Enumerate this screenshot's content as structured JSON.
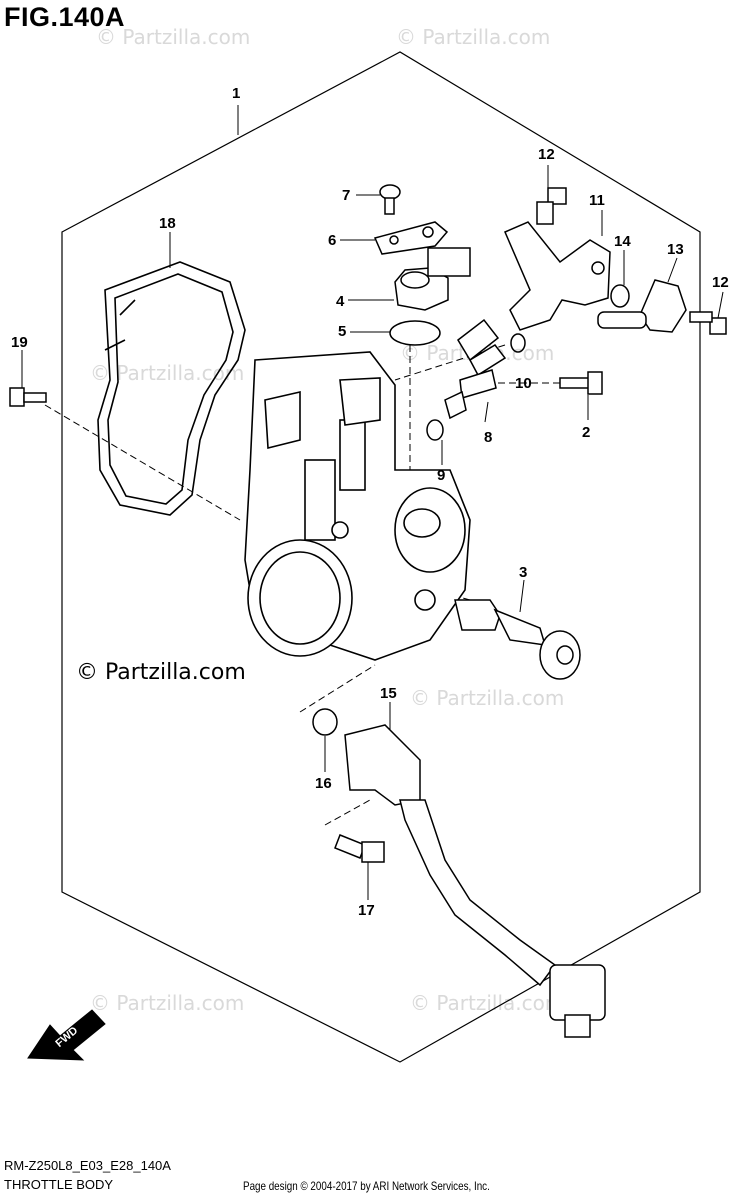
{
  "figure": {
    "title": "FIG.140A"
  },
  "callouts": [
    "1",
    "2",
    "3",
    "4",
    "5",
    "6",
    "7",
    "8",
    "9",
    "10",
    "11",
    "12",
    "12",
    "13",
    "14",
    "15",
    "16",
    "17",
    "18",
    "19"
  ],
  "watermark": {
    "text": "© Partzilla.com"
  },
  "direction": {
    "label": "FWD"
  },
  "footer": {
    "code": "RM-Z250L8_E03_E28_140A",
    "section": "THROTTLE BODY",
    "credit": "Page design © 2004-2017 by ARI Network Services, Inc."
  }
}
